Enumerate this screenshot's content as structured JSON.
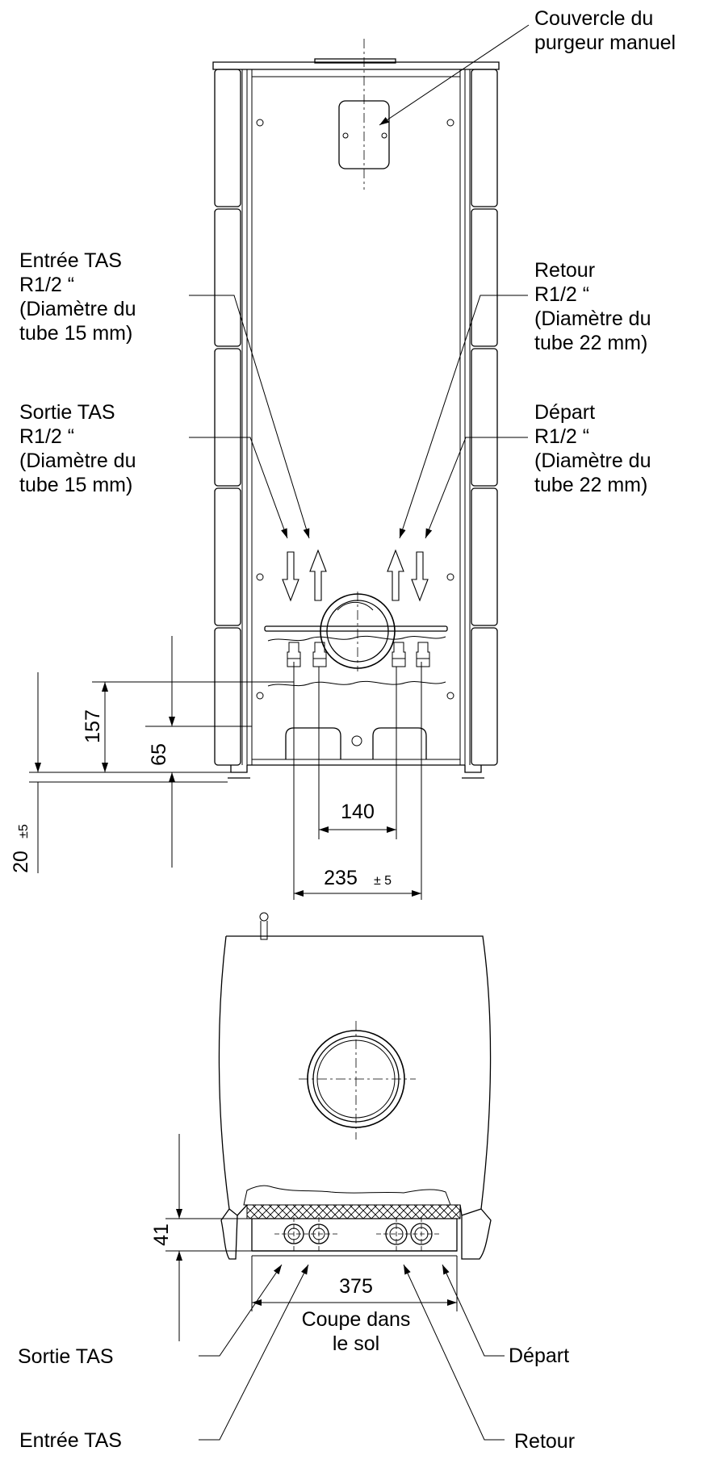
{
  "front_view": {
    "labels": {
      "cover": [
        "Couvercle du",
        "purgeur manuel"
      ],
      "tas_inlet": [
        "Entrée TAS",
        "R1/2 “",
        "(Diamètre du",
        "tube 15 mm)"
      ],
      "tas_outlet": [
        "Sortie TAS",
        "R1/2 “",
        "(Diamètre du",
        "tube 15 mm)"
      ],
      "return": [
        "Retour",
        "R1/2 “",
        "(Diamètre du",
        "tube 22 mm)"
      ],
      "flow": [
        "Départ",
        "R1/2 “",
        "(Diamètre du",
        "tube 22 mm)"
      ]
    },
    "dimensions": {
      "d157": "157",
      "d65": "65",
      "d20": "20",
      "d20_tol": "±5",
      "d140": "140",
      "d235": "235",
      "d235_tol": "± 5"
    }
  },
  "section_view": {
    "dimensions": {
      "d41": "41",
      "d375": "375"
    },
    "caption": [
      "Coupe dans",
      "le sol"
    ],
    "labels": {
      "tas_outlet": "Sortie TAS",
      "tas_inlet": "Entrée TAS",
      "flow": "Départ",
      "return": "Retour"
    }
  }
}
